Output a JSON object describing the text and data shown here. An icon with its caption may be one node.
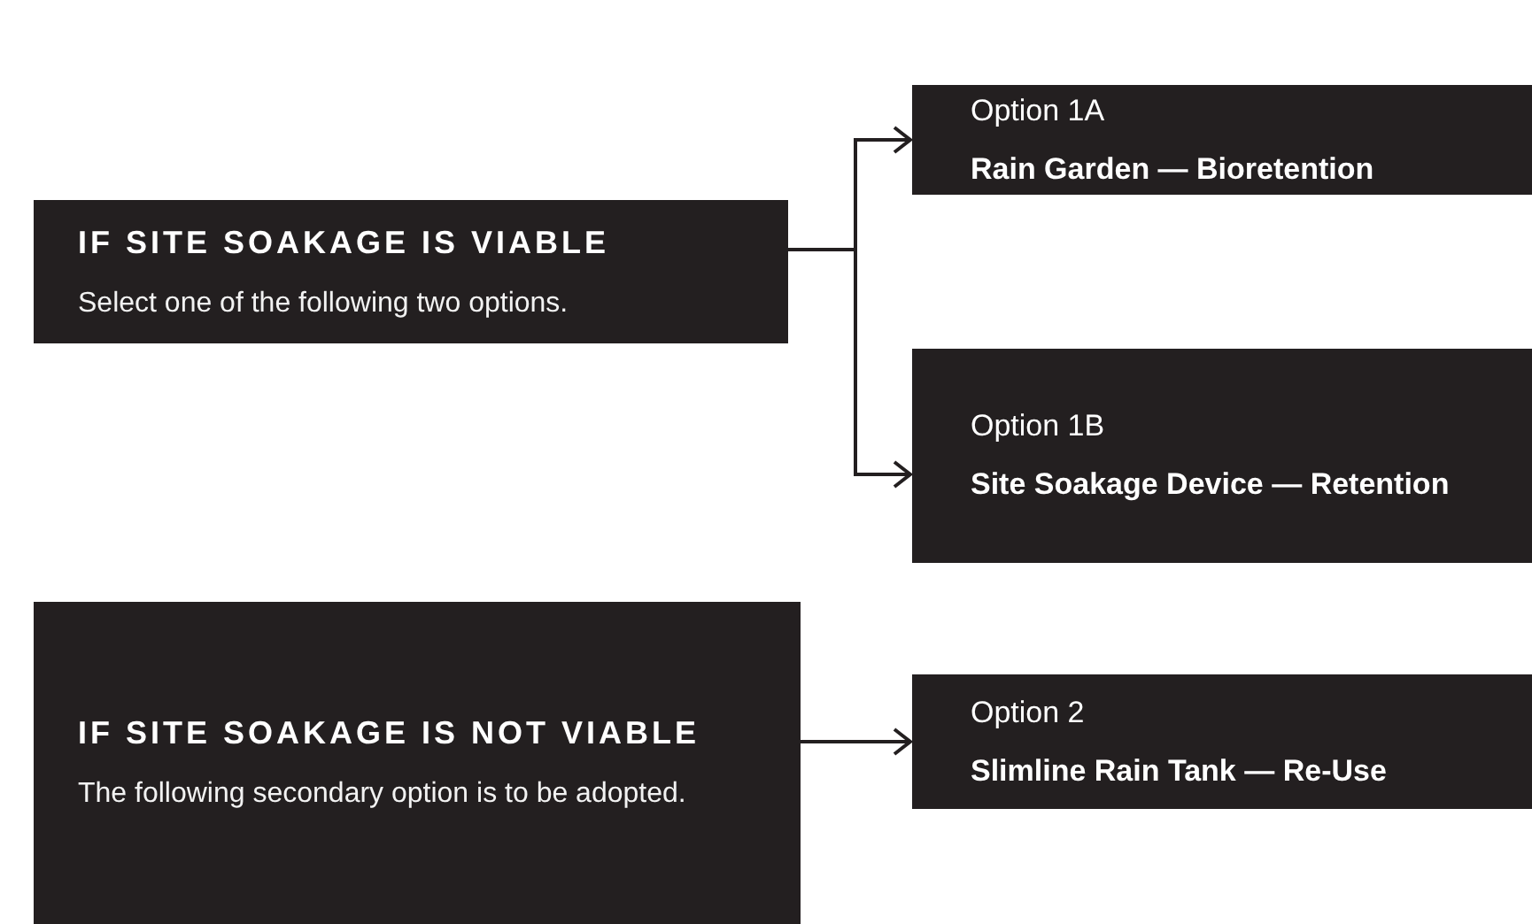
{
  "diagram": {
    "nodes": [
      {
        "text": [
          "IF SITE SOAKAGE IS VIABLE",
          "Select one of the following two options."
        ]
      },
      {
        "text": [
          "Option 1A",
          "Rain Garden — Bioretention"
        ]
      },
      {
        "text": [
          "Option 1B",
          "Site Soakage Device — Retention"
        ]
      },
      {
        "text": [
          "IF SITE SOAKAGE IS NOT VIABLE",
          "The following secondary option is to be adopted."
        ]
      },
      {
        "text": [
          "Option 2",
          "Slimline Rain Tank — Re-Use"
        ]
      }
    ],
    "edges": [
      {
        "from": 0,
        "to": 1,
        "arrow": "to"
      },
      {
        "from": 0,
        "to": 2,
        "arrow": "to"
      },
      {
        "from": 3,
        "to": 4,
        "arrow": "to"
      }
    ]
  }
}
